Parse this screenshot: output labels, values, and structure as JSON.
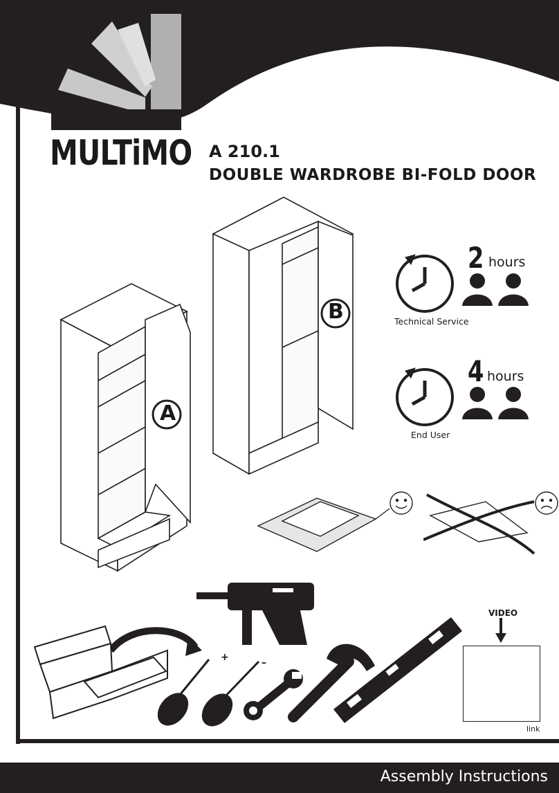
{
  "brand": {
    "name": "MULTiMO"
  },
  "product": {
    "model": "A 210.1",
    "name": "DOUBLE WARDROBE BI-FOLD DOOR"
  },
  "labels": {
    "door_a": "A",
    "door_b": "B"
  },
  "time": {
    "technical": {
      "number": "2",
      "unit": "hours",
      "caption": "Technical Service"
    },
    "user": {
      "number": "4",
      "unit": "hours",
      "caption": "End User"
    }
  },
  "tools": {
    "plus": "+",
    "minus": "–"
  },
  "video": {
    "label": "VIDEO",
    "link": "link"
  },
  "footer": {
    "text": "Assembly Instructions"
  },
  "colors": {
    "dark": "#231f20",
    "gray": "#9e9e9e",
    "light_gray": "#d9d9d9"
  }
}
